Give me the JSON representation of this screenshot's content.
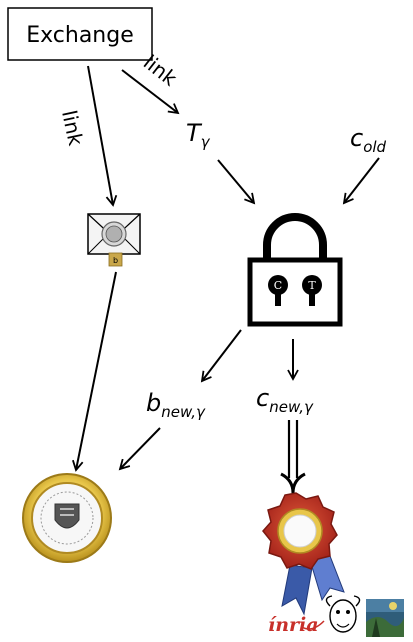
{
  "nodes": {
    "exchange": {
      "label": "Exchange"
    },
    "t_gamma": {
      "base": "T",
      "sub": "γ"
    },
    "c_old": {
      "base": "c",
      "sub": "old"
    },
    "b_new": {
      "base": "b",
      "sub": "new,γ"
    },
    "c_new": {
      "base": "c",
      "sub": "new,γ"
    }
  },
  "edges": {
    "exchange_to_t": {
      "label": "link"
    },
    "exchange_to_envelope": {
      "label": "link"
    }
  },
  "lock": {
    "left_key": "C",
    "right_key": "T"
  },
  "envelope": {
    "seal_letter": "b"
  },
  "logos": {
    "inria": "ínria"
  },
  "colors": {
    "gold": "#d8b43a",
    "seal_red": "#c0392b",
    "ribbon_blue": "#3a5aa8"
  }
}
